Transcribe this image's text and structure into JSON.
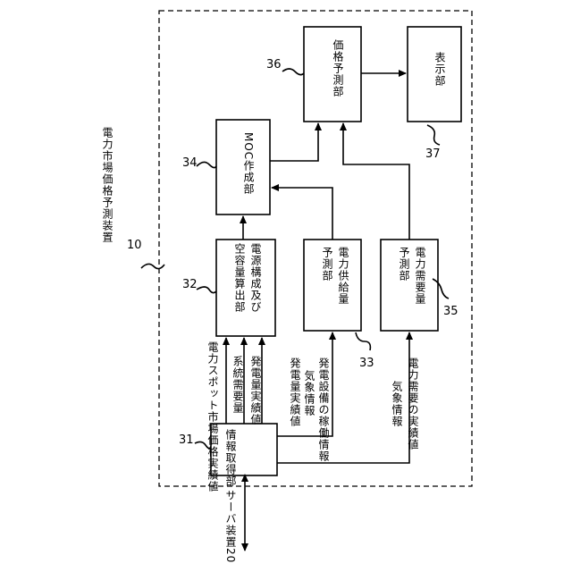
{
  "device": {
    "number": "10",
    "label": "電力市場価格予測装置"
  },
  "server": {
    "label": "サーバ装置20"
  },
  "blocks": {
    "info": {
      "number": "31",
      "label": "情報取得部"
    },
    "calc": {
      "number": "32",
      "lines": [
        "電源構成及び",
        "空容量算出部"
      ]
    },
    "supply": {
      "number": "33",
      "lines": [
        "電力供給量",
        "予測部"
      ]
    },
    "moc": {
      "number": "34",
      "label": "MOC作成部"
    },
    "demand": {
      "number": "35",
      "lines": [
        "電力需要量",
        "予測部"
      ]
    },
    "price": {
      "number": "36",
      "label": "価格予測部"
    },
    "display": {
      "number": "37",
      "label": "表示部"
    }
  },
  "signals": {
    "spot": "電力スポット市場価格実績値",
    "system_demand": "系統需要量",
    "generation": "発電量実績値",
    "weather1": "気象情報",
    "gen_actual": "発電量実績値",
    "operation": "発電設備の稼働情報",
    "weather2": "気象情報",
    "demand_actual": "電力需要の実績値"
  }
}
